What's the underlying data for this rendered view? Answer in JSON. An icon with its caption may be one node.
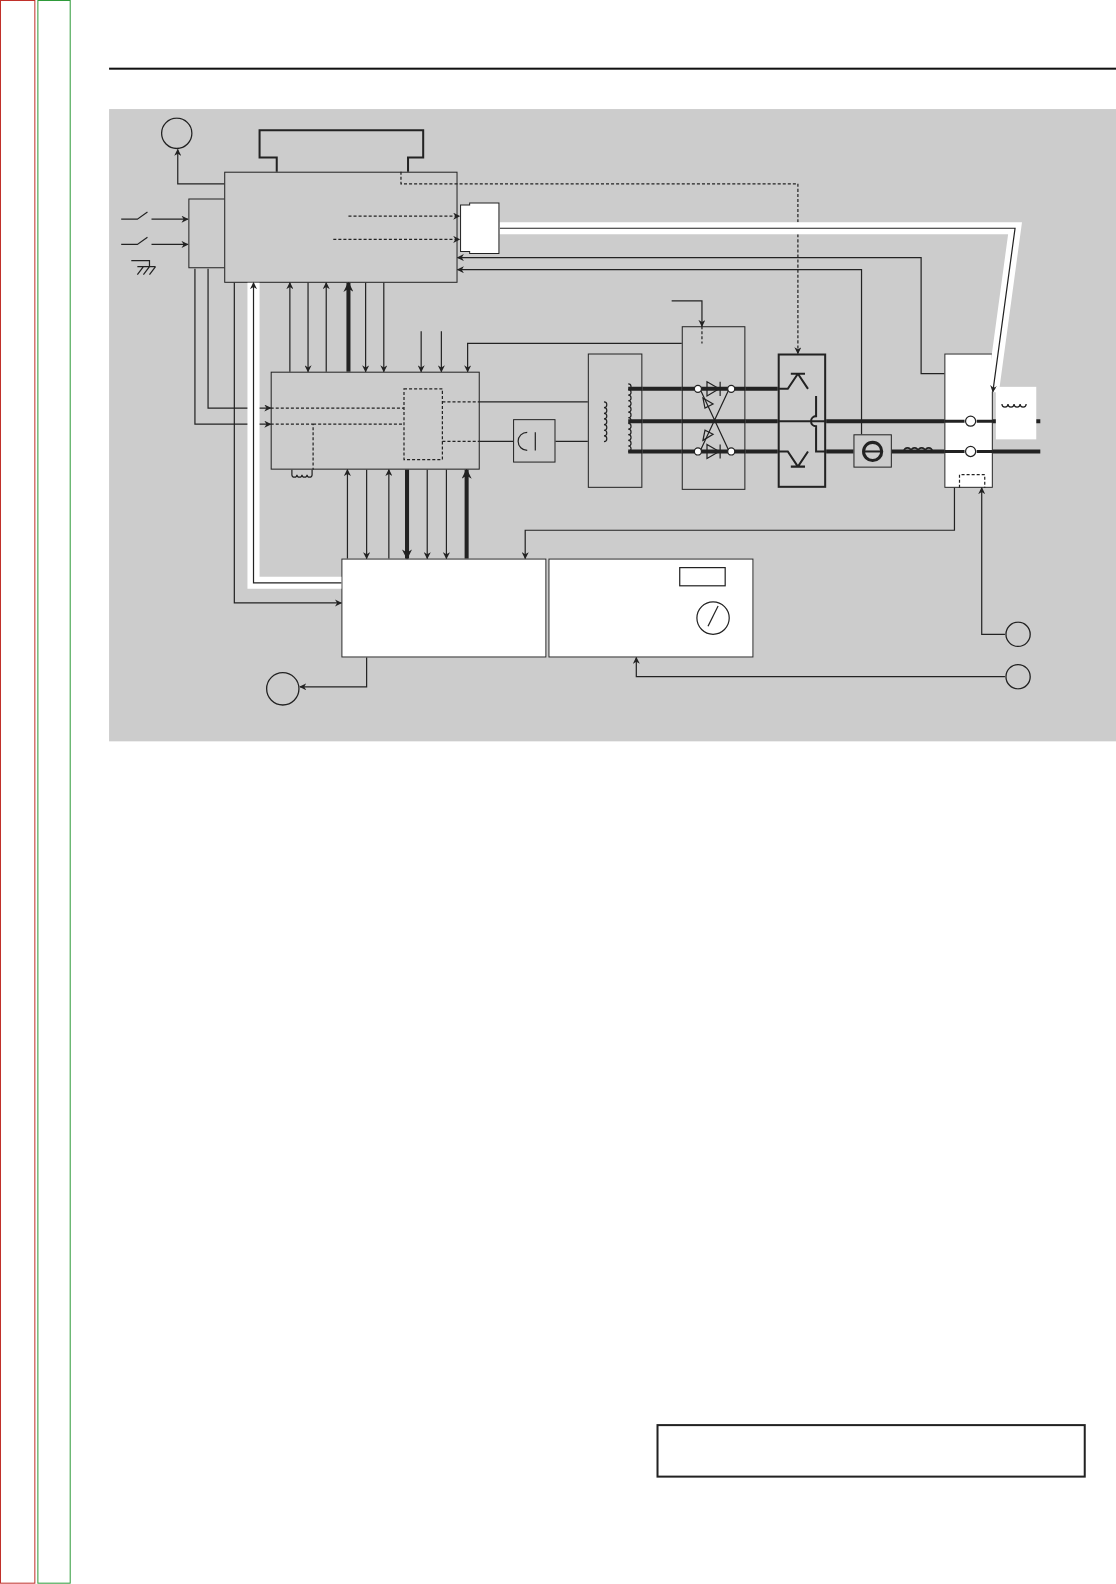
{
  "diagram": {
    "nodes": [
      {
        "text": [],
        "shape": "circle"
      },
      {
        "text": [],
        "shape": "box"
      },
      {
        "text": [],
        "shape": "box"
      },
      {
        "text": [],
        "shape": "box"
      },
      {
        "text": [],
        "shape": "box"
      },
      {
        "text": [],
        "shape": "box"
      },
      {
        "text": [],
        "shape": "box"
      },
      {
        "text": [],
        "shape": "box"
      },
      {
        "text": [],
        "shape": "box"
      },
      {
        "text": [],
        "shape": "box"
      },
      {
        "text": [],
        "shape": "box"
      },
      {
        "text": [],
        "shape": "box"
      },
      {
        "text": [],
        "shape": "box"
      },
      {
        "text": [],
        "shape": "box"
      },
      {
        "text": [],
        "shape": "circle"
      },
      {
        "text": [],
        "shape": "circle"
      },
      {
        "text": [],
        "shape": "circle"
      },
      {
        "text": [],
        "shape": "box"
      },
      {
        "text": [],
        "shape": "bar"
      },
      {
        "text": [],
        "shape": "bar"
      }
    ],
    "edges": [
      {
        "from": 2,
        "to": 0,
        "arrow": "to"
      },
      {
        "from": null,
        "to": 3,
        "arrow": "to"
      },
      {
        "from": null,
        "to": 3,
        "arrow": "to"
      },
      {
        "from": 3,
        "to": 5,
        "arrow": "to"
      },
      {
        "from": 3,
        "to": 5,
        "arrow": "to"
      },
      {
        "from": 5,
        "to": 2,
        "arrow": "to"
      },
      {
        "from": 2,
        "to": 5,
        "arrow": "to"
      },
      {
        "from": 5,
        "to": 2,
        "arrow": "to"
      },
      {
        "from": 5,
        "to": 2,
        "arrow": "to",
        "style": "thick"
      },
      {
        "from": 2,
        "to": 5,
        "arrow": "to"
      },
      {
        "from": 2,
        "to": 5,
        "arrow": "to"
      },
      {
        "from": null,
        "to": 5,
        "arrow": "to"
      },
      {
        "from": null,
        "to": 5,
        "arrow": "to"
      },
      {
        "from": 8,
        "to": 5,
        "arrow": "to"
      },
      {
        "from": null,
        "to": 8,
        "arrow": "to"
      },
      {
        "from": 2,
        "to": 9,
        "arrow": "to",
        "style": "dashed"
      },
      {
        "from": 2,
        "to": 4,
        "arrow": "to",
        "style": "dashed"
      },
      {
        "from": 2,
        "to": 4,
        "arrow": "to",
        "style": "dashed"
      },
      {
        "from": 4,
        "to": 11,
        "arrow": "to",
        "style": "thick",
        "color": "#ffffff"
      },
      {
        "from": 10,
        "to": 2,
        "arrow": "to"
      },
      {
        "from": 11,
        "to": 2,
        "arrow": "to"
      },
      {
        "from": 5,
        "to": 6,
        "arrow": "none"
      },
      {
        "from": 6,
        "to": 7,
        "arrow": "none"
      },
      {
        "from": 5,
        "to": 7,
        "arrow": "none"
      },
      {
        "from": 7,
        "to": 8,
        "arrow": "none",
        "style": "thick"
      },
      {
        "from": 7,
        "to": 8,
        "arrow": "none",
        "style": "thick"
      },
      {
        "from": 7,
        "to": 8,
        "arrow": "none",
        "style": "thick"
      },
      {
        "from": 8,
        "to": 9,
        "arrow": "none",
        "style": "thick"
      },
      {
        "from": 8,
        "to": 9,
        "arrow": "none",
        "style": "thick"
      },
      {
        "from": 8,
        "to": 9,
        "arrow": "none",
        "style": "thick"
      },
      {
        "from": 9,
        "to": 11,
        "arrow": "none",
        "style": "thick"
      },
      {
        "from": 9,
        "to": 10,
        "arrow": "none",
        "style": "thick"
      },
      {
        "from": 10,
        "to": 11,
        "arrow": "none",
        "style": "thick"
      },
      {
        "from": 11,
        "to": null,
        "arrow": "none",
        "style": "thick"
      },
      {
        "from": 11,
        "to": null,
        "arrow": "none",
        "style": "thick"
      },
      {
        "from": 12,
        "to": 5,
        "arrow": "to"
      },
      {
        "from": 5,
        "to": 12,
        "arrow": "to"
      },
      {
        "from": 12,
        "to": 5,
        "arrow": "to"
      },
      {
        "from": 5,
        "to": 12,
        "arrow": "to",
        "style": "thick"
      },
      {
        "from": 5,
        "to": 12,
        "arrow": "to"
      },
      {
        "from": 5,
        "to": 12,
        "arrow": "to"
      },
      {
        "from": 12,
        "to": 5,
        "arrow": "to",
        "style": "thick"
      },
      {
        "from": 11,
        "to": 12,
        "arrow": "to"
      },
      {
        "from": 15,
        "to": 11,
        "arrow": "to"
      },
      {
        "from": 16,
        "to": 13,
        "arrow": "to"
      },
      {
        "from": 12,
        "to": 14,
        "arrow": "to"
      },
      {
        "from": 2,
        "to": 12,
        "arrow": "to"
      },
      {
        "from": 12,
        "to": 2,
        "arrow": "to",
        "style": "thick",
        "color": "#ffffff"
      }
    ]
  }
}
